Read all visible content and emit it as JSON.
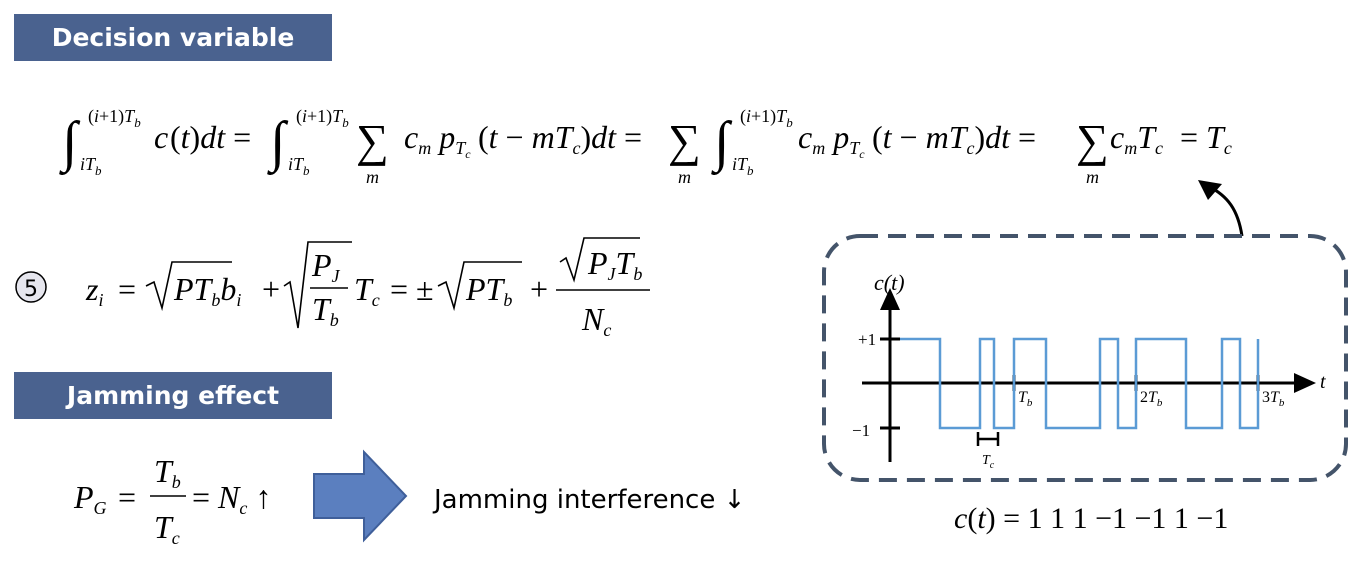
{
  "headings": {
    "decision_variable": "Decision variable",
    "jamming_effect": "Jamming effect"
  },
  "step_number": "5",
  "arrow_caption": "Jamming interference ↓",
  "chart": {
    "y_axis_label": "c(t)",
    "x_axis_label": "t",
    "y_ticks": [
      "+1",
      "−1"
    ],
    "x_ticks": [
      "T_b",
      "2T_b",
      "3T_b"
    ],
    "chip_width_label": "T_c",
    "sequence_caption": "c(t) = 1 1 1 −1 −1 1 −1"
  },
  "colors": {
    "banner": "#4a628f",
    "waveform": "#5b9bd5",
    "dashed_border": "#44546a",
    "block_arrow": "#5b7fbf"
  }
}
